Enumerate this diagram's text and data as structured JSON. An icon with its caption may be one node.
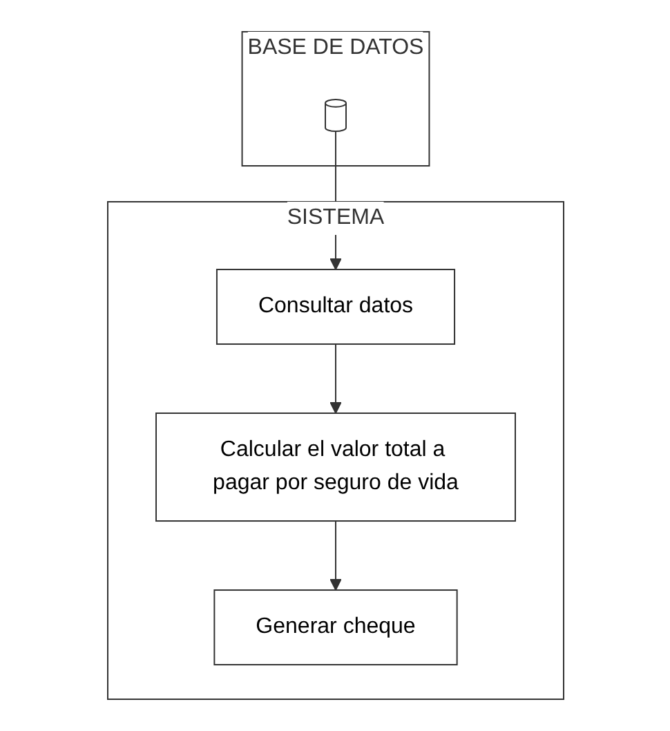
{
  "diagram": {
    "nodes": [
      {
        "text": [
          "SISTEMA"
        ]
      },
      {
        "text": [
          "BASE DE DATOS"
        ]
      },
      {
        "text": [
          "Consultar datos"
        ],
        "in": 0
      },
      {
        "text": [],
        "shape": "cylinder",
        "in": 1
      },
      {
        "text": [
          "Calcular el valor total a pagar por seguro de vida"
        ],
        "in": 0
      },
      {
        "text": [
          "Generar cheque"
        ],
        "in": 0
      }
    ],
    "edges": [
      {
        "from": 3,
        "to": 2,
        "arrow": "to"
      },
      {
        "from": 2,
        "to": 4,
        "arrow": "to"
      },
      {
        "from": 4,
        "to": 5,
        "arrow": "to"
      }
    ]
  }
}
